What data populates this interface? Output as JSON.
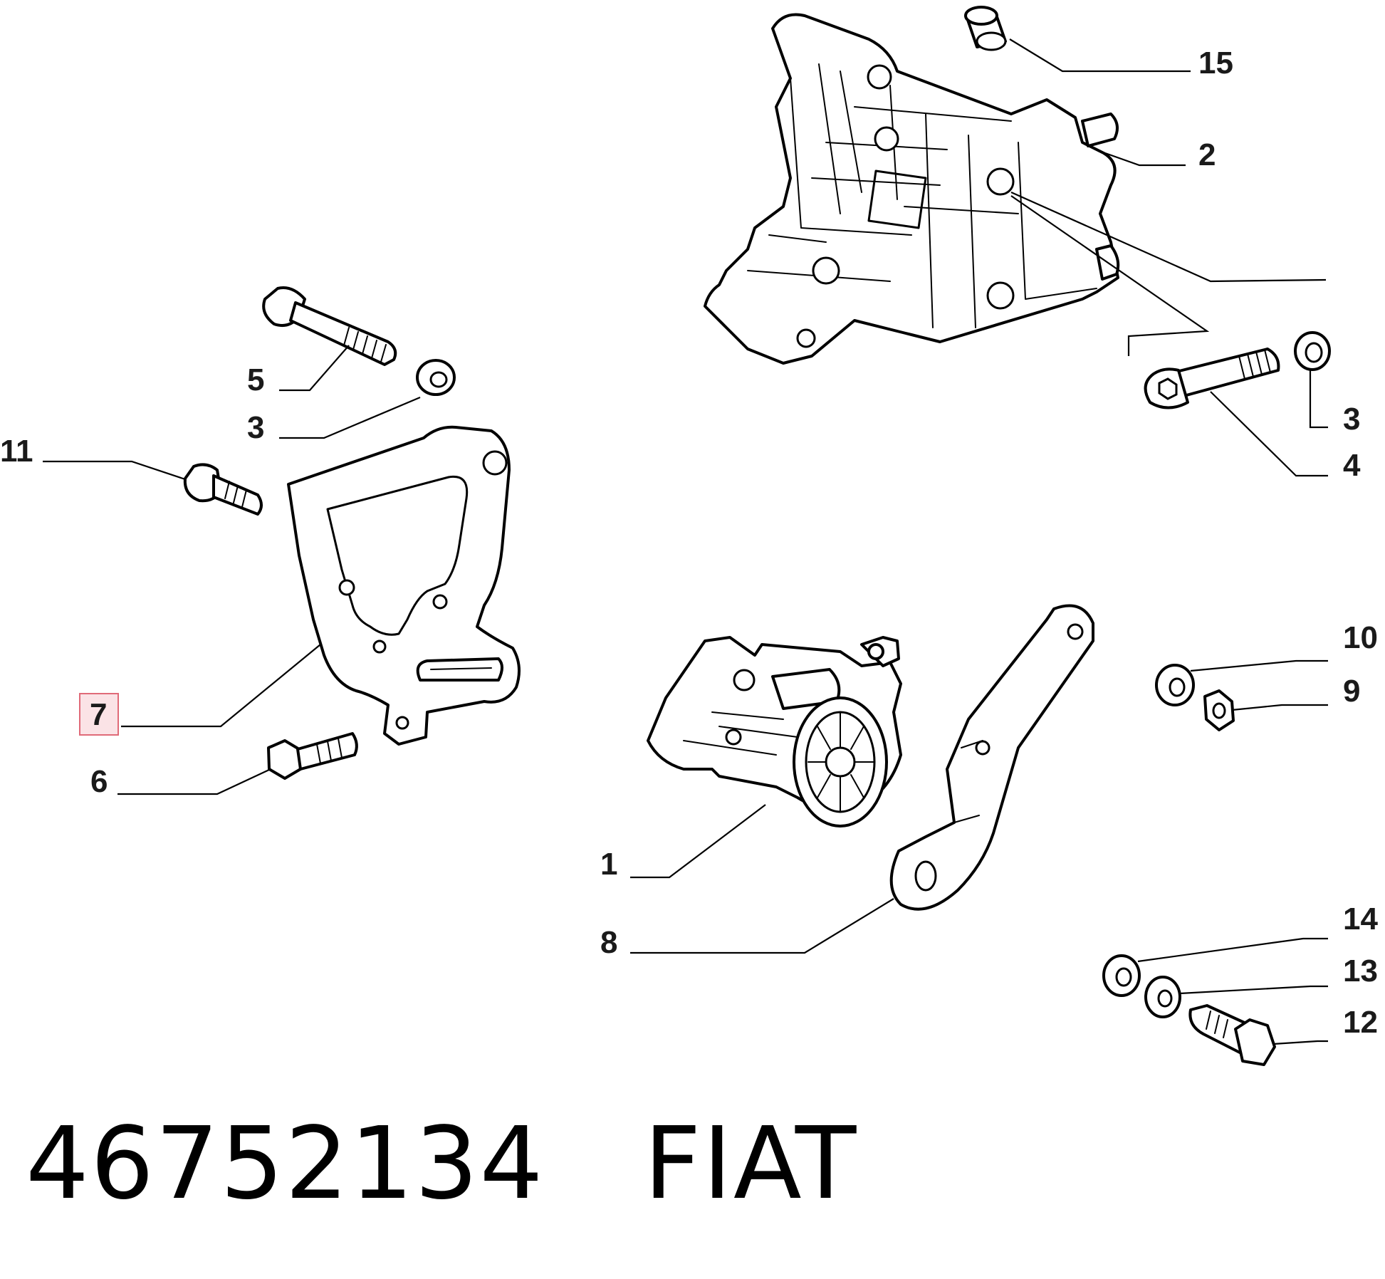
{
  "callouts": {
    "c1": "1",
    "c2": "2",
    "c3a": "3",
    "c3b": "3",
    "c4": "4",
    "c5": "5",
    "c6": "6",
    "c7": "7",
    "c8": "8",
    "c9": "9",
    "c10": "10",
    "c11": "11",
    "c12": "12",
    "c13": "13",
    "c14": "14",
    "c15": "15"
  },
  "highlighted_callout": "7",
  "footer": {
    "part_number": "46752134",
    "brand": "FIAT"
  },
  "colors": {
    "line": "#000000",
    "highlight_fill": "#fbe3e6",
    "highlight_border": "#e06a78"
  }
}
